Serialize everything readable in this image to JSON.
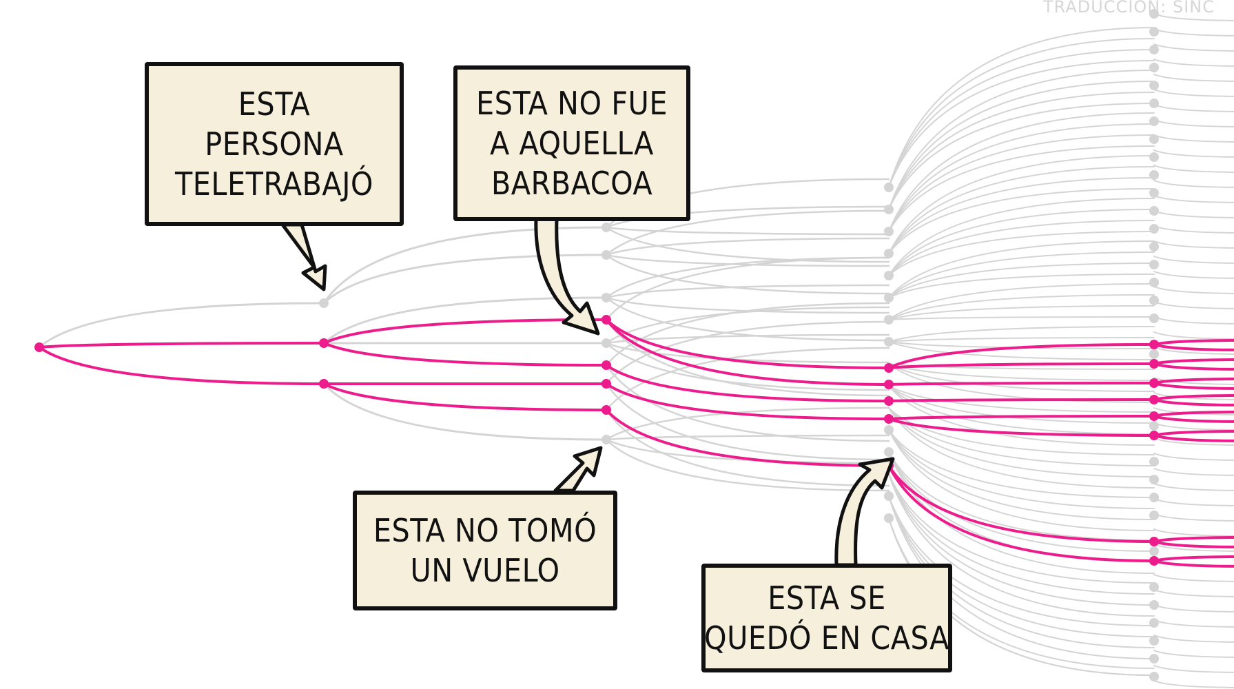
{
  "credit": "TRADUCCIÓN: SINC",
  "colors": {
    "highlight": "#ec1c8c",
    "faint": "#d4d4d4",
    "box_fill": "#f6efdc",
    "ink": "#111111"
  },
  "callouts": [
    {
      "id": "teletrabajo",
      "lines": [
        "ESTA",
        "PERSONA",
        "TELETRABAJÓ"
      ]
    },
    {
      "id": "barbacoa",
      "lines": [
        "ESTA NO FUE",
        "A AQUELLA",
        "BARBACOA"
      ]
    },
    {
      "id": "vuelo",
      "lines": [
        "ESTA NO TOMÓ",
        "UN VUELO"
      ]
    },
    {
      "id": "casa",
      "lines": [
        "ESTA SE",
        "QUEDÓ EN CASA"
      ]
    }
  ]
}
